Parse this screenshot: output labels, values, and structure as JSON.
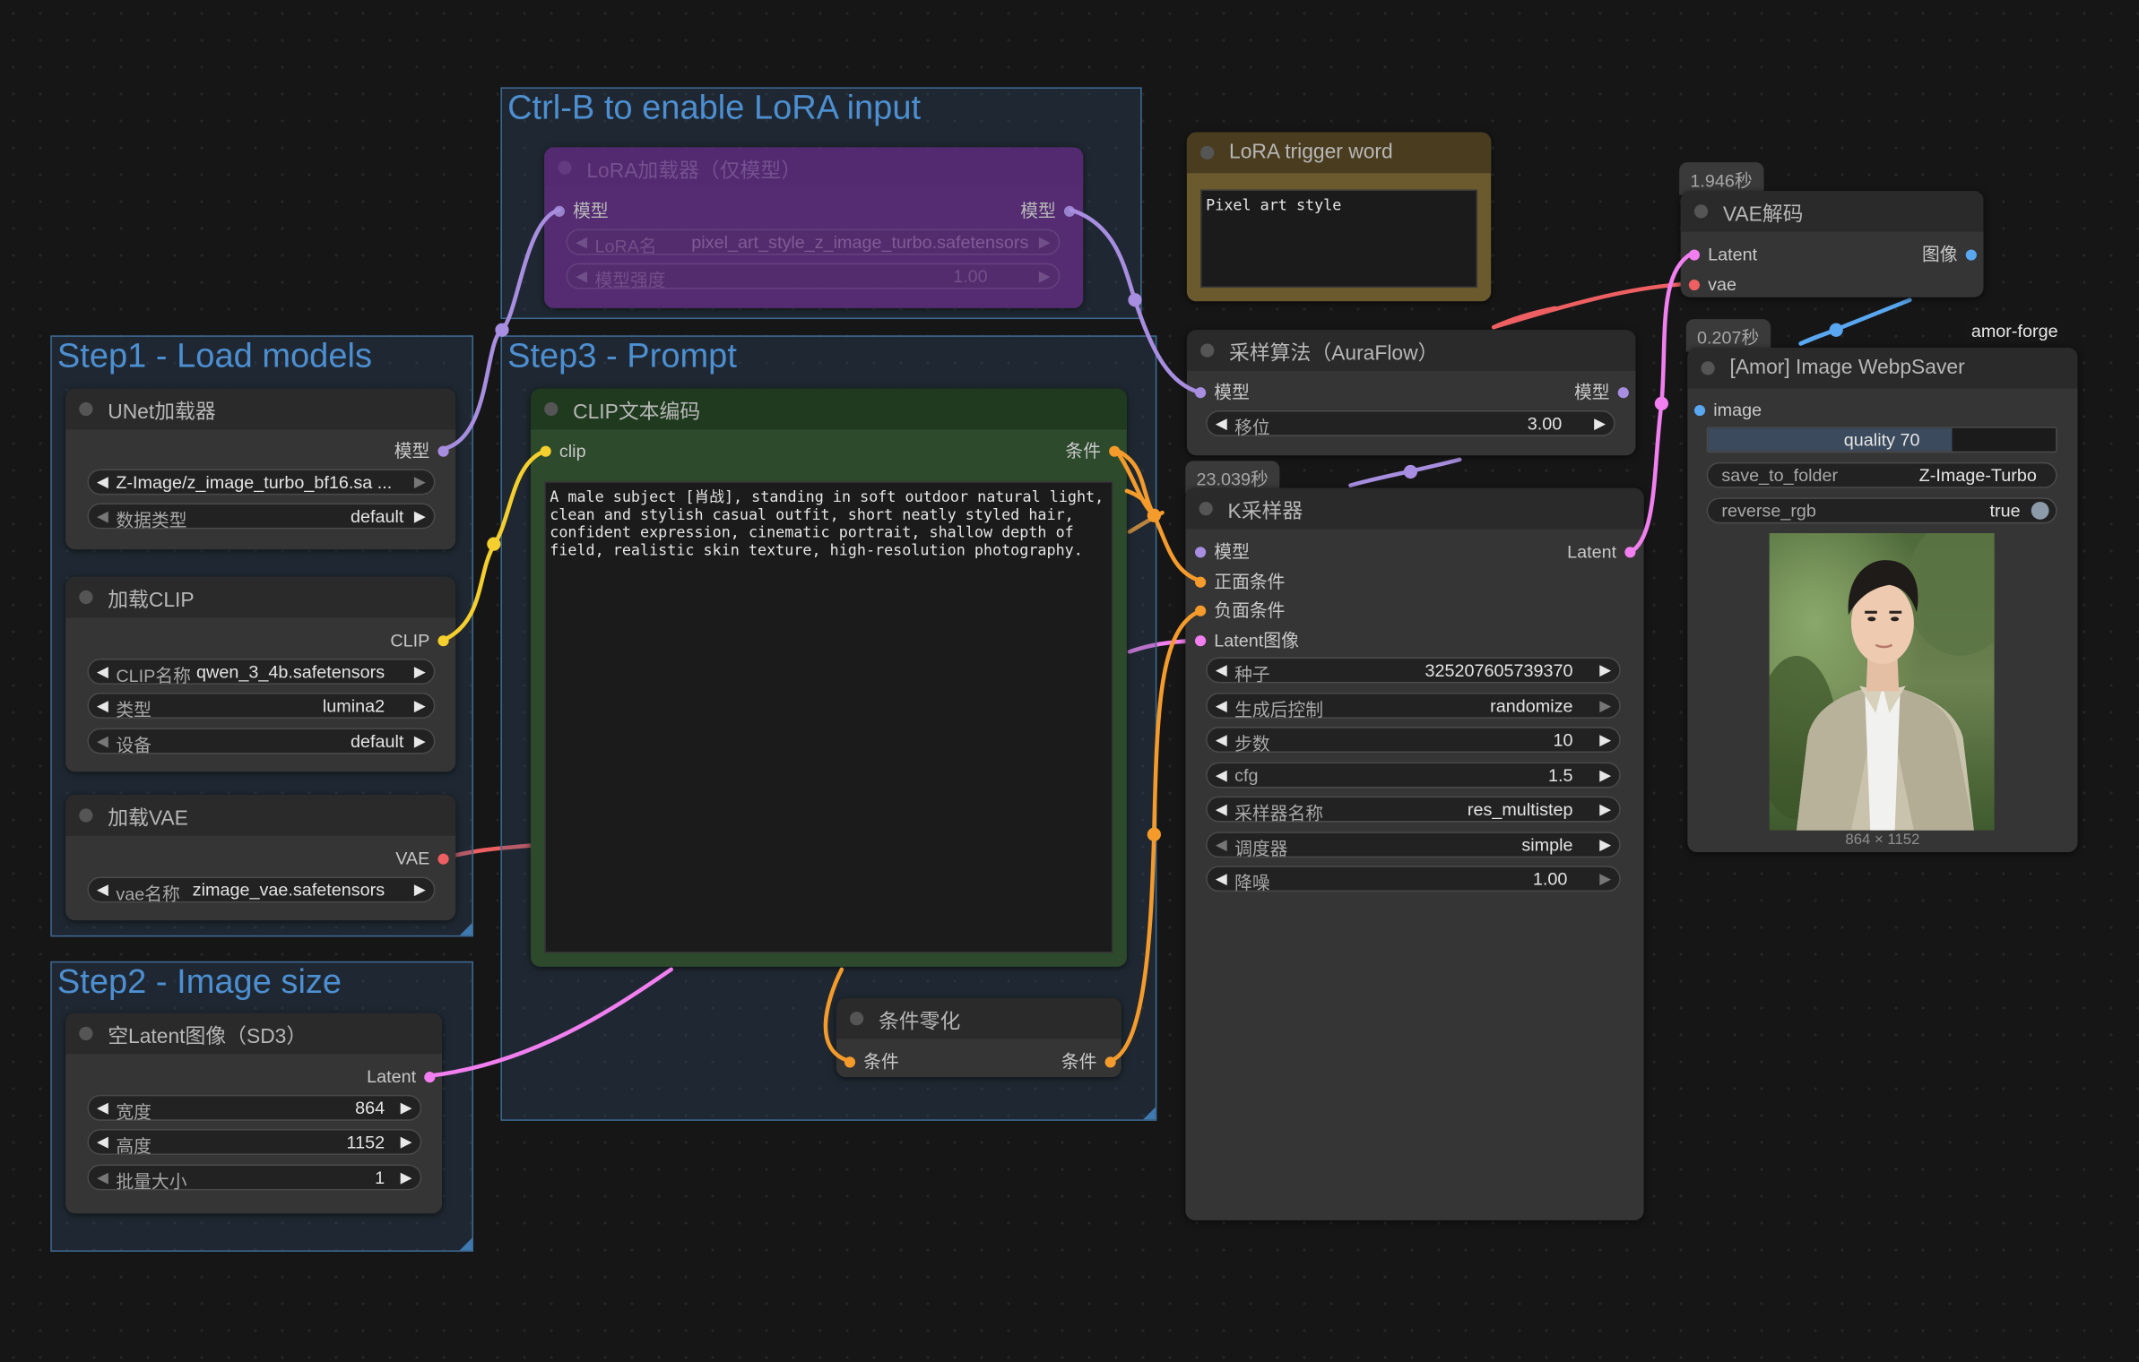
{
  "groups": {
    "lora": "Ctrl-B to enable LoRA input",
    "step1": "Step1 - Load models",
    "step3": "Step3 - Prompt",
    "step2": "Step2 - Image size"
  },
  "nodes": {
    "lora_loader": {
      "title": "LoRA加载器（仅模型）",
      "in_model": "模型",
      "out_model": "模型",
      "lora_name_label": "LoRA名",
      "lora_name_value": "pixel_art_style_z_image_turbo.safetensors",
      "strength_label": "模型强度",
      "strength_value": "1.00"
    },
    "unet": {
      "title": "UNet加载器",
      "out_model": "模型",
      "unet_name_value": "Z-Image/z_image_turbo_bf16.sa ...",
      "dtype_label": "数据类型",
      "dtype_value": "default"
    },
    "clip_loader": {
      "title": "加载CLIP",
      "out_clip": "CLIP",
      "clip_name_label": "CLIP名称",
      "clip_name_value": "qwen_3_4b.safetensors",
      "type_label": "类型",
      "type_value": "lumina2",
      "device_label": "设备",
      "device_value": "default"
    },
    "vae_loader": {
      "title": "加载VAE",
      "out_vae": "VAE",
      "vae_name_label": "vae名称",
      "vae_name_value": "zimage_vae.safetensors"
    },
    "latent": {
      "title": "空Latent图像（SD3）",
      "out_latent": "Latent",
      "width_label": "宽度",
      "width_value": "864",
      "height_label": "高度",
      "height_value": "1152",
      "batch_label": "批量大小",
      "batch_value": "1"
    },
    "clip_text": {
      "title": "CLIP文本编码",
      "in_clip": "clip",
      "out_cond": "条件",
      "prompt": "A male subject [肖战], standing in soft outdoor natural light, clean and stylish casual outfit, short neatly styled hair, confident expression, cinematic portrait, shallow depth of field, realistic skin texture, high-resolution photography."
    },
    "cond_zero": {
      "title": "条件零化",
      "in_cond": "条件",
      "out_cond": "条件"
    },
    "trigger": {
      "title": "LoRA trigger word",
      "text": "Pixel art style"
    },
    "sampling": {
      "title": "采样算法（AuraFlow）",
      "in_model": "模型",
      "out_model": "模型",
      "shift_label": "移位",
      "shift_value": "3.00"
    },
    "ksampler": {
      "time": "23.039秒",
      "title": "K采样器",
      "in_model": "模型",
      "in_pos": "正面条件",
      "in_neg": "负面条件",
      "in_latent": "Latent图像",
      "out_latent": "Latent",
      "seed_label": "种子",
      "seed_value": "325207605739370",
      "control_label": "生成后控制",
      "control_value": "randomize",
      "steps_label": "步数",
      "steps_value": "10",
      "cfg_label": "cfg",
      "cfg_value": "1.5",
      "sampler_label": "采样器名称",
      "sampler_value": "res_multistep",
      "scheduler_label": "调度器",
      "scheduler_value": "simple",
      "denoise_label": "降噪",
      "denoise_value": "1.00"
    },
    "vae_decode": {
      "time": "1.946秒",
      "title": "VAE解码",
      "in_latent": "Latent",
      "in_vae": "vae",
      "out_image": "图像"
    },
    "webp_saver": {
      "time": "0.207秒",
      "tag": "amor-forge",
      "title": "[Amor] Image WebpSaver",
      "in_image": "image",
      "quality_label": "quality",
      "quality_value": "70",
      "quality_fraction": 0.7,
      "folder_label": "save_to_folder",
      "folder_value": "Z-Image-Turbo",
      "rgb_label": "reverse_rgb",
      "rgb_value": "true",
      "image_size": "864 × 1152"
    }
  },
  "colors": {
    "model": "#a88ee0",
    "clip": "#f5cf2d",
    "vae": "#ee5f62",
    "cond": "#f59b2b",
    "latent": "#f27ff0",
    "image": "#59a7f0"
  }
}
